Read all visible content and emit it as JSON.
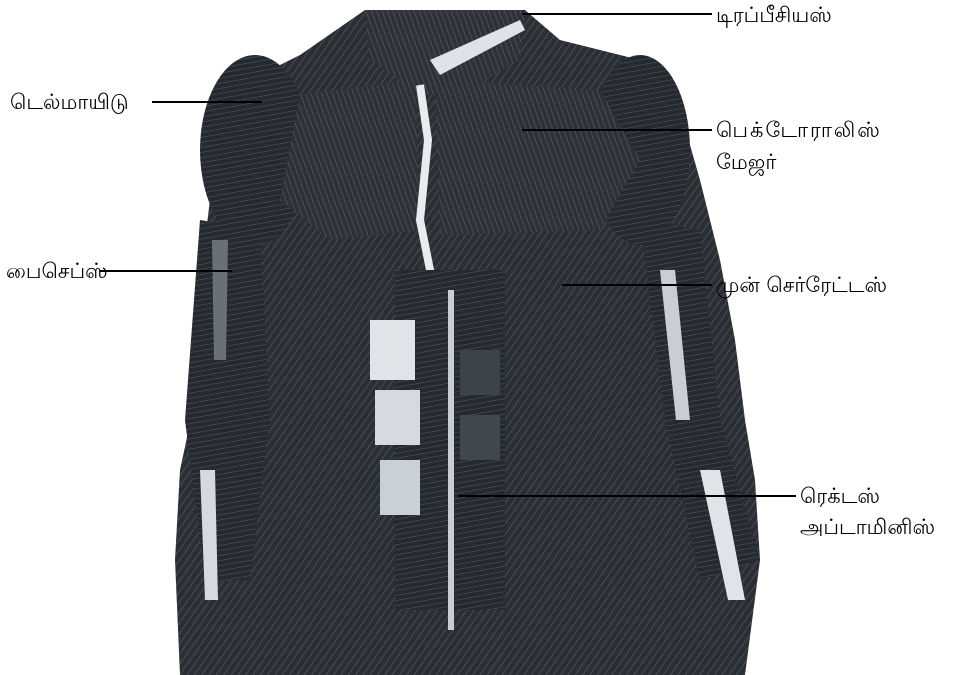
{
  "labels": {
    "trapezius": "டிரப்பீசியஸ்",
    "deltoid": "டெல்மாயிடு",
    "pectoralis_major_line1": "பெக்டோராலிஸ்",
    "pectoralis_major_line2": "மேஜர்",
    "biceps": "பைசெப்ஸ்",
    "serratus_anterior": "முன் செர்ரேட்டஸ்",
    "rectus_abdominis_line1": "ரெக்டஸ்",
    "rectus_abdominis_line2": "அப்டாமினிஸ்"
  },
  "colors": {
    "muscle_dark": "#1f2226",
    "muscle_mid": "#3a3f46",
    "muscle_light": "#8b9199",
    "tendon": "#e8ecef",
    "leader_line": "#000000"
  }
}
